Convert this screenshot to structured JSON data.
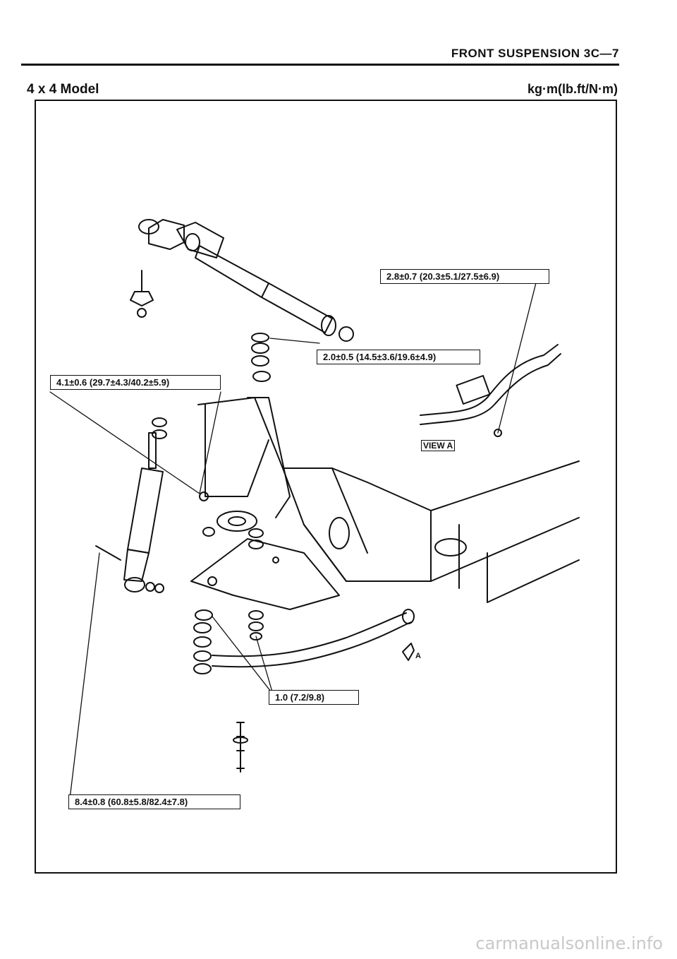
{
  "header": {
    "title": "FRONT SUSPENSION 3C—7"
  },
  "section": {
    "title": "4 x 4 Model",
    "units": "kg·m(lb.ft/N·m)"
  },
  "torque_specs": {
    "stabilizer_clamp_bolt": "2.8±0.7 (20.3±5.1/27.5±6.9)",
    "stabilizer_bracket_nut": "2.0±0.5 (14.5±3.6/19.6±4.9)",
    "shock_upper_nut": "4.1±0.6 (29.7±4.3/40.2±5.9)",
    "link_nut": "1.0 (7.2/9.8)",
    "shock_lower_bolt": "8.4±0.8 (60.8±5.8/82.4±7.8)"
  },
  "view_labels": {
    "view_box": "VIEW A",
    "arrow_letter": "A"
  },
  "footer": {
    "watermark": "carmanualsonline.info"
  }
}
